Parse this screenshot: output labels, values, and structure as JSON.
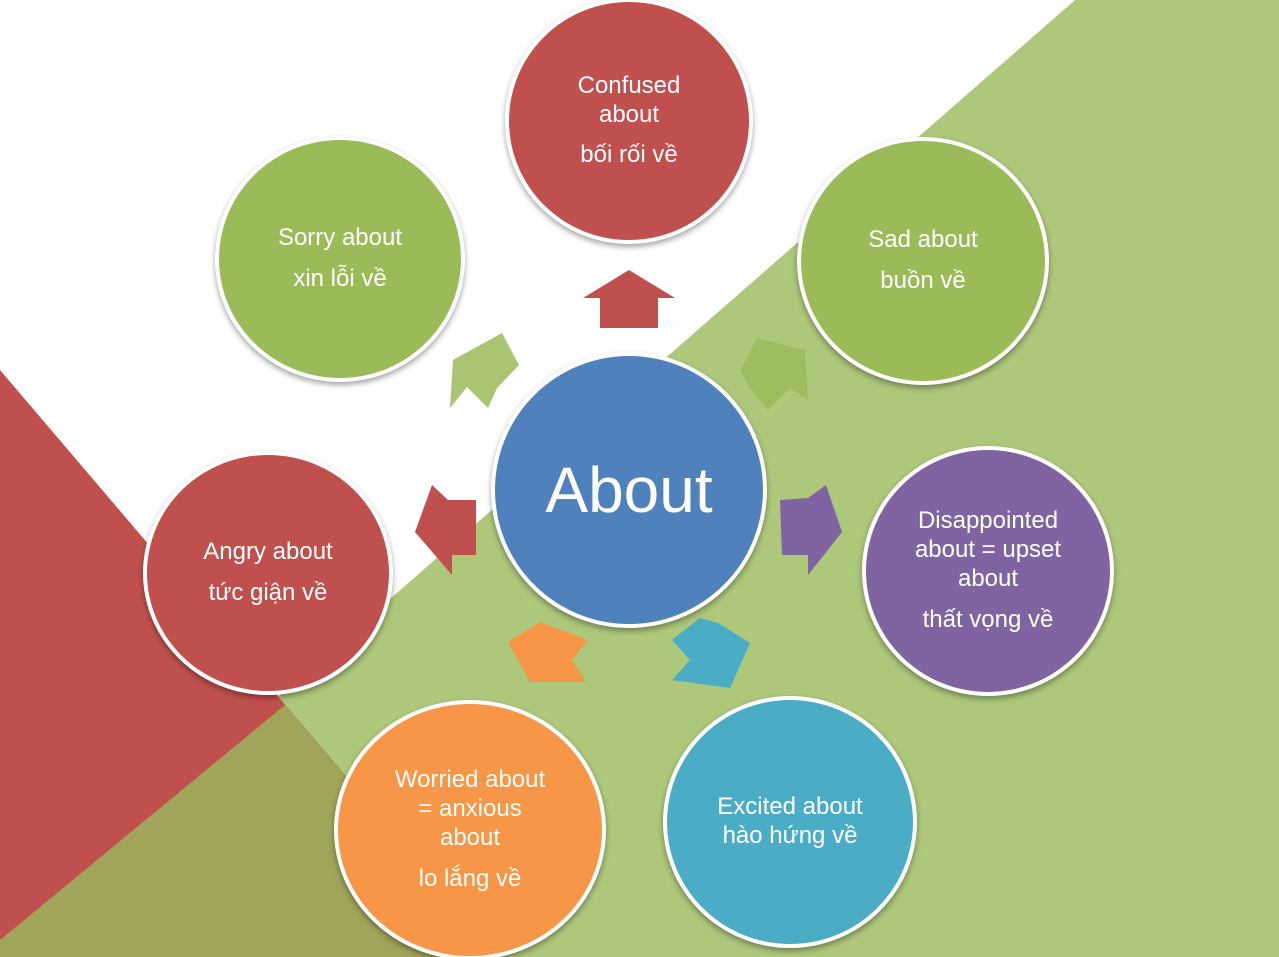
{
  "center": {
    "label": "About"
  },
  "nodes": [
    {
      "id": "confused",
      "en": "Confused\nabout",
      "vi": "bối rối về",
      "color": "#c0504d"
    },
    {
      "id": "sad",
      "en": "Sad about",
      "vi": "buồn về",
      "color": "#9bbb59"
    },
    {
      "id": "disappointed",
      "en": "Disappointed\nabout = upset\nabout",
      "vi": "thất vọng về",
      "color": "#8064a2"
    },
    {
      "id": "excited",
      "en": "Excited about",
      "vi": "hào hứng về",
      "color": "#4bacc6"
    },
    {
      "id": "worried",
      "en": "Worried about\n= anxious\nabout",
      "vi": "lo lắng về",
      "color": "#f79646"
    },
    {
      "id": "angry",
      "en": "Angry about",
      "vi": "tức giận về",
      "color": "#c0504d"
    },
    {
      "id": "sorry",
      "en": "Sorry about",
      "vi": "xin lỗi về",
      "color": "#9bbb59"
    }
  ],
  "colors": {
    "center": "#4f81bd",
    "background_green": "#adc77b",
    "background_red": "#c0504d",
    "background_olive": "#a0a55a"
  }
}
